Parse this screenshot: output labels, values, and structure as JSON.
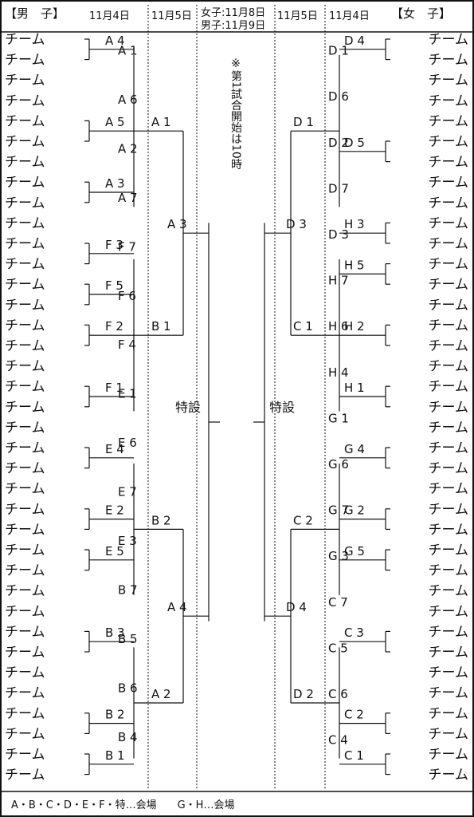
{
  "header": {
    "boys": "【男　子】",
    "girls": "【女　子】",
    "date_r1": "11月4日",
    "date_r2": "11月5日",
    "date_final_girls": "女子:11月8日",
    "date_final_boys": "男子:11月9日"
  },
  "note": "※第1試合開始は10時",
  "boys_teams": [
    "チーム",
    "チーム",
    "チーム",
    "チーム",
    "チーム",
    "チーム",
    "チーム",
    "チーム",
    "チーム",
    "チーム",
    "チーム",
    "チーム",
    "チーム",
    "チーム",
    "チーム",
    "チーム",
    "チーム",
    "チーム",
    "チーム",
    "チーム",
    "チーム",
    "チーム",
    "チーム",
    "チーム",
    "チーム",
    "チーム",
    "チーム",
    "チーム",
    "チーム",
    "チーム",
    "チーム",
    "チーム",
    "チーム",
    "チーム",
    "チーム",
    "チーム",
    "チーム"
  ],
  "girls_teams": [
    "チーム",
    "チーム",
    "チーム",
    "チーム",
    "チーム",
    "チーム",
    "チーム",
    "チーム",
    "チーム",
    "チーム",
    "チーム",
    "チーム",
    "チーム",
    "チーム",
    "チーム",
    "チーム",
    "チーム",
    "チーム",
    "チーム",
    "チーム",
    "チーム",
    "チーム",
    "チーム",
    "チーム",
    "チーム",
    "チーム",
    "チーム",
    "チーム",
    "チーム",
    "チーム",
    "チーム",
    "チーム",
    "チーム",
    "チーム",
    "チーム",
    "チーム",
    "チーム"
  ],
  "boys_r1": [
    {
      "label": "A 4",
      "a": 0,
      "b": 1
    },
    {
      "label": "A 5",
      "a": 4,
      "b": 5
    },
    {
      "label": "A 3",
      "a": 7,
      "b": 8
    },
    {
      "label": "F 3",
      "a": 10,
      "b": 11
    },
    {
      "label": "F 5",
      "a": 12,
      "b": 13
    },
    {
      "label": "F 2",
      "a": 14,
      "b": 15
    },
    {
      "label": "F 1",
      "a": 17,
      "b": 18
    },
    {
      "label": "E 4",
      "a": 20,
      "b": 21
    },
    {
      "label": "E 2",
      "a": 23,
      "b": 24
    },
    {
      "label": "E 5",
      "a": 25,
      "b": 26
    },
    {
      "label": "B 3",
      "a": 29,
      "b": 30
    },
    {
      "label": "B 2",
      "a": 33,
      "b": 34
    },
    {
      "label": "B 1",
      "a": 35,
      "b": 36
    }
  ],
  "boys_labels": [
    "A 1",
    "A 6",
    "A 2",
    "A 7",
    "F 7",
    "F 6",
    "F 4",
    "E 1",
    "E 6",
    "E 7",
    "E 3",
    "B 7",
    "B 5",
    "B 6",
    "B 4"
  ],
  "boys_r2": [
    "A 1",
    "B 1",
    "B 2",
    "A 2"
  ],
  "boys_r3": [
    "A 3",
    "A 4"
  ],
  "final_label": "特設",
  "girls_r1": [
    {
      "label": "D 4",
      "a": 0,
      "b": 1
    },
    {
      "label": "D 5",
      "a": 5,
      "b": 6
    },
    {
      "label": "H 3",
      "a": 9,
      "b": 10
    },
    {
      "label": "H 5",
      "a": 11,
      "b": 12
    },
    {
      "label": "H 2",
      "a": 14,
      "b": 15
    },
    {
      "label": "H 1",
      "a": 17,
      "b": 18
    },
    {
      "label": "G 4",
      "a": 20,
      "b": 21
    },
    {
      "label": "G 2",
      "a": 23,
      "b": 24
    },
    {
      "label": "G 5",
      "a": 25,
      "b": 26
    },
    {
      "label": "C 3",
      "a": 29,
      "b": 30
    },
    {
      "label": "C 2",
      "a": 33,
      "b": 34
    },
    {
      "label": "C 1",
      "a": 35,
      "b": 36
    }
  ],
  "girls_labels": [
    "D 1",
    "D 6",
    "D 2",
    "D 7",
    "D 3",
    "H 7",
    "H 6",
    "H 4",
    "G 1",
    "G 6",
    "G 7",
    "G 3",
    "C 7",
    "C 5",
    "C 6",
    "C 4"
  ],
  "girls_r2": [
    "D 1",
    "C 1",
    "C 2",
    "D 2"
  ],
  "girls_r3": [
    "D 3",
    "D 4"
  ],
  "footer": "A・B・C・D・E・F・特…会場　　G・H…会場"
}
